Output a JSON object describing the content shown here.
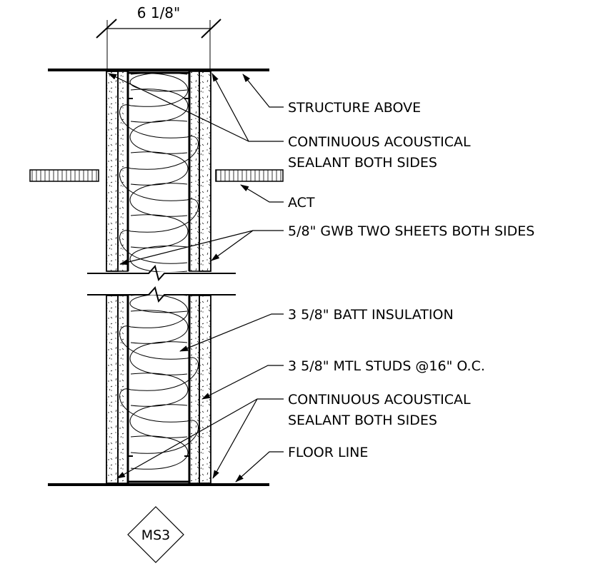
{
  "dimension": {
    "label": "6 1/8\""
  },
  "callouts": [
    {
      "id": "structure-above",
      "lines": [
        "STRUCTURE ABOVE"
      ]
    },
    {
      "id": "sealant-top",
      "lines": [
        "CONTINUOUS ACOUSTICAL",
        "SEALANT BOTH SIDES"
      ]
    },
    {
      "id": "act",
      "lines": [
        "ACT"
      ]
    },
    {
      "id": "gwb",
      "lines": [
        "5/8\" GWB TWO SHEETS BOTH SIDES"
      ]
    },
    {
      "id": "batt",
      "lines": [
        "3 5/8\" BATT INSULATION"
      ]
    },
    {
      "id": "studs",
      "lines": [
        "3 5/8\" MTL STUDS @16\" O.C."
      ]
    },
    {
      "id": "sealant-bottom",
      "lines": [
        "CONTINUOUS ACOUSTICAL",
        "SEALANT BOTH SIDES"
      ]
    },
    {
      "id": "floor-line",
      "lines": [
        "FLOOR LINE"
      ]
    }
  ],
  "detail_tag": {
    "label": "MS3"
  }
}
